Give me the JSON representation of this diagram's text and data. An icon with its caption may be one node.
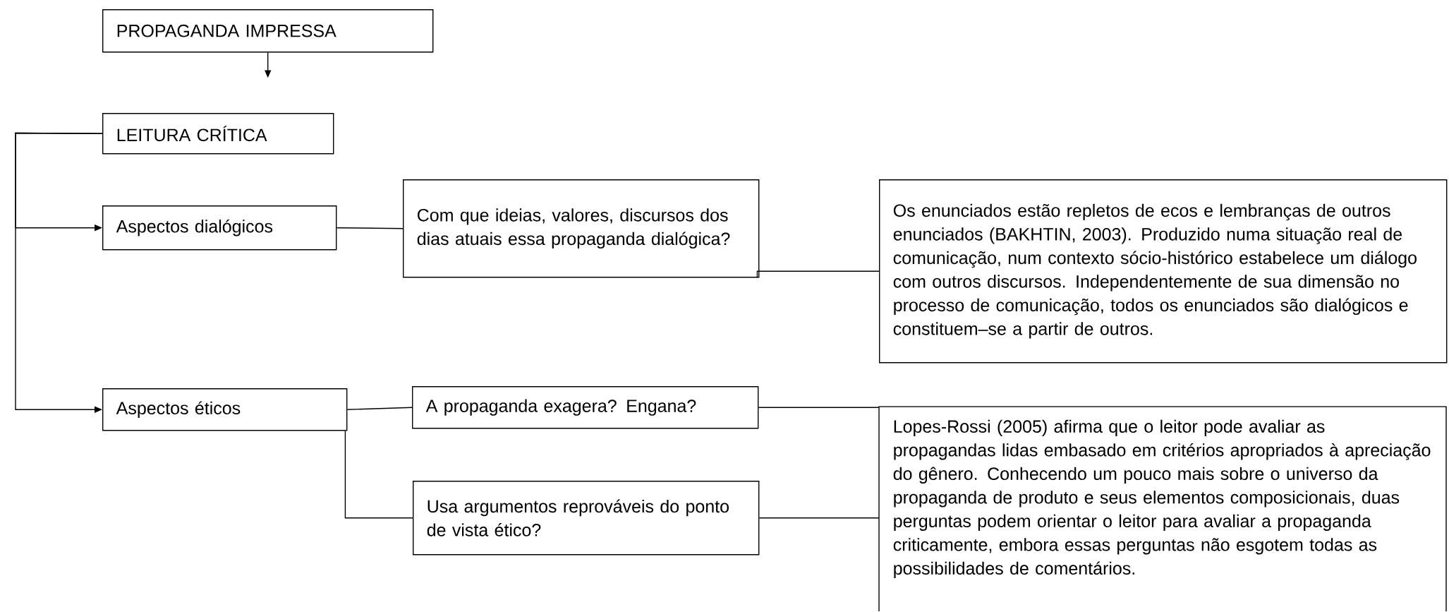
{
  "diagram": {
    "nodes": [
      {
        "text": [
          "PROPAGANDA IMPRESSA"
        ]
      },
      {
        "text": [
          "LEITURA CRÍTICA"
        ]
      },
      {
        "text": [
          "Aspectos dialógicos"
        ]
      },
      {
        "text": [
          "Com que ideias, valores, discursos dos dias atuais essa propaganda dialógica?"
        ]
      },
      {
        "text": [
          "Os enunciados estão repletos de ecos e lembranças de outros enunciados (BAKHTIN, 2003). Produzido numa situação real de comunicação, num contexto sócio-histórico estabelece um diálogo com outros discursos. Independentemente de sua dimensão no processo de comunicação, todos os enunciados são dialógicos e constituem–se a partir de outros."
        ]
      },
      {
        "text": [
          "Aspectos éticos"
        ]
      },
      {
        "text": [
          "A propaganda exagera? Engana?"
        ]
      },
      {
        "text": [
          "Usa argumentos reprováveis do ponto de vista ético?"
        ]
      },
      {
        "text": [
          "Lopes-Rossi (2005) afirma que o leitor pode avaliar as propagandas lidas embasado em critérios apropriados à apreciação do gênero. Conhecendo um pouco mais sobre o universo da propaganda de produto e seus elementos composicionais, duas perguntas podem orientar o leitor para avaliar a propaganda criticamente, embora essas perguntas não esgotem todas as possibilidades de comentários."
        ]
      }
    ],
    "edges": [
      {
        "from": 0,
        "to": null,
        "arrow": "to"
      },
      {
        "from": 1,
        "to": 2,
        "arrow": "to"
      },
      {
        "from": 1,
        "to": 5,
        "arrow": "to"
      },
      {
        "from": 2,
        "to": 3,
        "arrow": "none"
      },
      {
        "from": 3,
        "to": 4,
        "arrow": "none"
      },
      {
        "from": 5,
        "to": 6,
        "arrow": "none"
      },
      {
        "from": 5,
        "to": 7,
        "arrow": "none"
      },
      {
        "from": 6,
        "to": 8,
        "arrow": "none"
      },
      {
        "from": 7,
        "to": 8,
        "arrow": "none"
      }
    ]
  }
}
